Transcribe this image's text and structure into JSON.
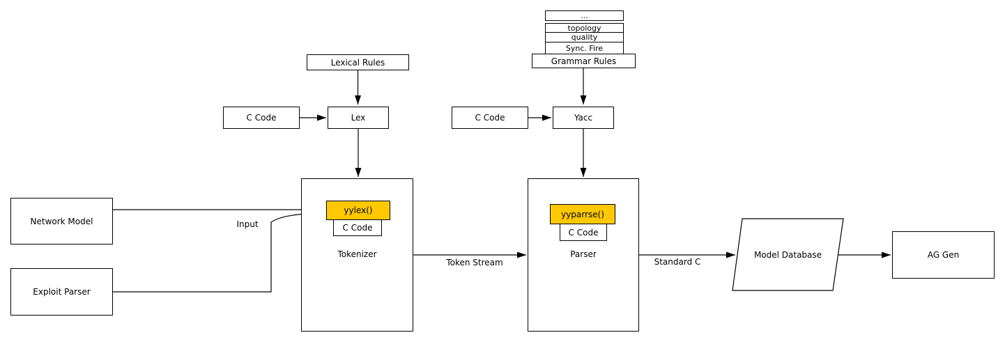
{
  "colors": {
    "highlight": "#FFC800",
    "line": "#000000",
    "box_bg": "#FFFFFF"
  },
  "stack": {
    "rows": [
      "...",
      "topology",
      "quality",
      "Sync. Fire"
    ],
    "base": "Grammar Rules"
  },
  "nodes": {
    "lexical_rules": "Lexical Rules",
    "c_code_lex": "C Code",
    "lex": "Lex",
    "c_code_yacc": "C Code",
    "yacc": "Yacc",
    "network_model": "Network Model",
    "exploit_parser": "Exploit Parser",
    "tokenizer_title": "Tokenizer",
    "yylex": "yylex()",
    "c_code_tokenizer": "C Code",
    "parser_title": "Parser",
    "yyparse": "yyparrse()",
    "c_code_parser": "C Code",
    "model_database": "Model Database",
    "ag_gen": "AG Gen"
  },
  "edge_labels": {
    "input": "Input",
    "token_stream": "Token Stream",
    "standard_c": "Standard C"
  }
}
